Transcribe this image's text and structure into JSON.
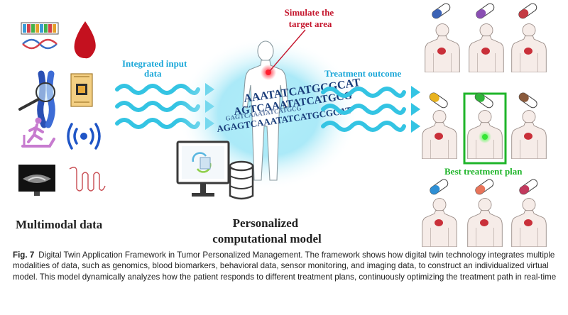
{
  "labels": {
    "simulate": [
      "Simulate the",
      "target area"
    ],
    "integrated": [
      "Integrated input",
      "data"
    ],
    "treatment_outcome": "Treatment outcome",
    "best_plan": "Best treatment plan",
    "multimodal": "Multimodal data",
    "personalized": [
      "Personalized",
      "computational model"
    ]
  },
  "dna_lines": [
    "AAATATCATGCGCAT",
    "AGTCAAATATCATGCG",
    "AGAGTCAAATATCATGCGCAT",
    "GAGTCAAATATCATGCG"
  ],
  "caption": {
    "fig_label": "Fig. 7",
    "text": "Digital Twin Application Framework in Tumor Personalized Management. The framework shows how digital twin technology integrates multiple modalities of data, such as genomics, blood biomarkers, behavioral data, sensor monitoring, and imaging data, to construct an individualized virtual model. This model dynamically analyzes how the patient responds to different treatment plans, continuously optimizing the treatment path in real-time"
  },
  "data_icons": [
    "genomics-icon",
    "blood-drop-icon",
    "chromosome-magnifier-icon",
    "chip-sensor-icon",
    "treadmill-runner-icon",
    "wireless-signal-icon",
    "imaging-scan-icon",
    "ecg-wave-icon"
  ],
  "pill_colors": {
    "row1": [
      "#3b62b5",
      "#8a4fb3",
      "#c43a43"
    ],
    "row2": [
      "#e8b21e",
      "#2fb43a",
      "#8a5a3c"
    ],
    "row3": [
      "#2e8fd4",
      "#e8745a",
      "#c23a5e"
    ]
  },
  "colors": {
    "arrow": "#34c4e3",
    "label_blue": "#1aa7d8",
    "label_red": "#c4152c",
    "highlight_green": "#1fb52a",
    "organ_red": "#c9303a"
  }
}
